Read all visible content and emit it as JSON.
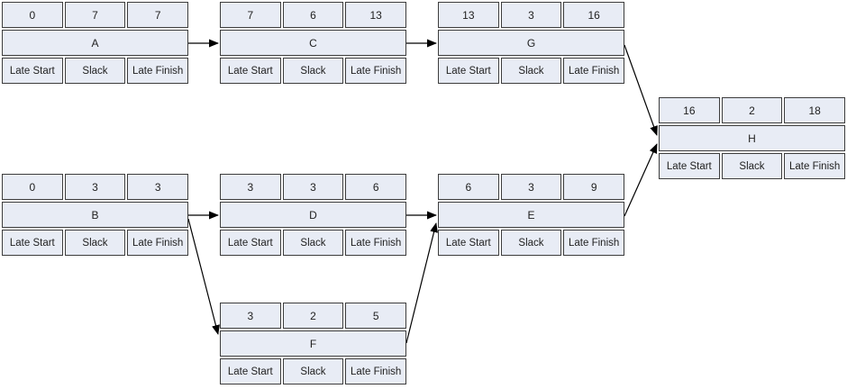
{
  "diagram": {
    "type": "pert-precedence-network",
    "colors": {
      "background": "#ffffff",
      "node_fill": "#e8ecf5",
      "node_border": "#3d3d3d",
      "arrow": "#000000",
      "text": "#1f1f1f"
    },
    "footer_labels": {
      "late_start": "Late Start",
      "slack": "Slack",
      "late_finish": "Late Finish"
    },
    "nodes": [
      {
        "id": "A",
        "early_start": "0",
        "duration": "7",
        "early_finish": "7"
      },
      {
        "id": "C",
        "early_start": "7",
        "duration": "6",
        "early_finish": "13"
      },
      {
        "id": "G",
        "early_start": "13",
        "duration": "3",
        "early_finish": "16"
      },
      {
        "id": "H",
        "early_start": "16",
        "duration": "2",
        "early_finish": "18"
      },
      {
        "id": "B",
        "early_start": "0",
        "duration": "3",
        "early_finish": "3"
      },
      {
        "id": "D",
        "early_start": "3",
        "duration": "3",
        "early_finish": "6"
      },
      {
        "id": "E",
        "early_start": "6",
        "duration": "3",
        "early_finish": "9"
      },
      {
        "id": "F",
        "early_start": "3",
        "duration": "2",
        "early_finish": "5"
      }
    ],
    "edges": [
      {
        "from": "A",
        "to": "C"
      },
      {
        "from": "C",
        "to": "G"
      },
      {
        "from": "G",
        "to": "H"
      },
      {
        "from": "B",
        "to": "D"
      },
      {
        "from": "B",
        "to": "F"
      },
      {
        "from": "D",
        "to": "E"
      },
      {
        "from": "F",
        "to": "E"
      },
      {
        "from": "E",
        "to": "H"
      }
    ]
  }
}
